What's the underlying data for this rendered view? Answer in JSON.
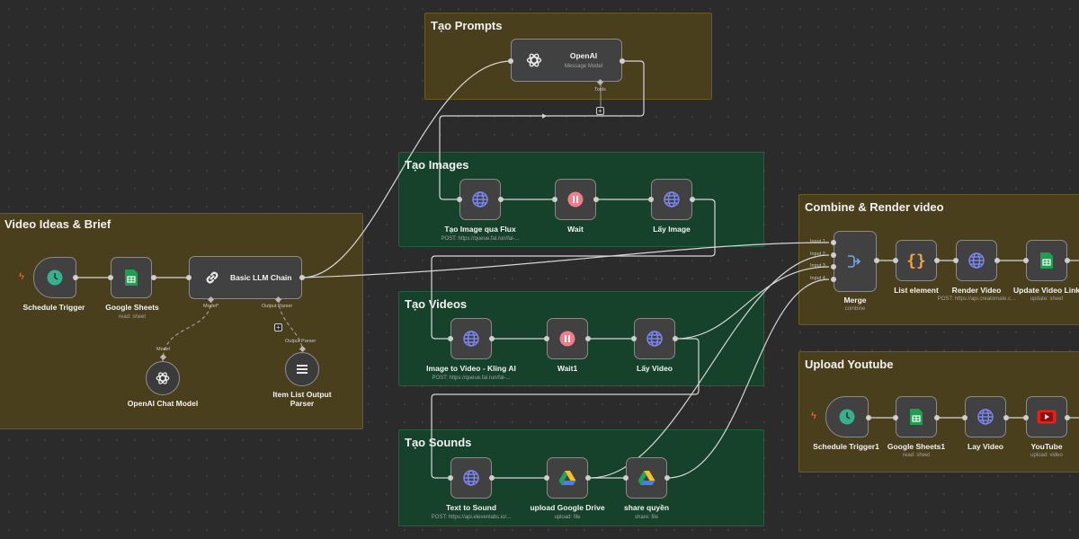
{
  "groups": {
    "prompts": "Tạo Prompts",
    "images": "Tạo Images",
    "brief": "Video Ideas & Brief",
    "videos": "Tạo Videos",
    "sounds": "Tạo Sounds",
    "combine": "Combine & Render video",
    "youtube": "Upload Youtube"
  },
  "nodes": {
    "openai": {
      "title": "OpenAI",
      "sub": "Message Model",
      "port": "Tools"
    },
    "flux": {
      "label": "Tạo Image qua Flux",
      "sub": "POST: https://queue.fal.run/fal-..."
    },
    "wait": {
      "label": "Wait"
    },
    "lay_image": {
      "label": "Lấy Image"
    },
    "schedule": {
      "label": "Schedule Trigger"
    },
    "gsheets": {
      "label": "Google Sheets",
      "sub": "read: sheet"
    },
    "llm": {
      "title": "Basic LLM Chain",
      "port_model": "Model*",
      "port_parser": "Output Parser"
    },
    "chat_model": {
      "label": "OpenAI Chat Model",
      "port": "Model"
    },
    "parser": {
      "label": "Item List Output Parser",
      "port": "Output Parser"
    },
    "kling": {
      "label": "Image to Video - Kling AI",
      "sub": "POST: https://queue.fal.run/fal-..."
    },
    "wait1": {
      "label": "Wait1"
    },
    "lay_video": {
      "label": "Lấy Video"
    },
    "tts": {
      "label": "Text to Sound",
      "sub": "POST: https://api.elevenlabs.io/..."
    },
    "gdrive": {
      "label": "upload Google Drive",
      "sub": "upload: file"
    },
    "share": {
      "label": "share quyền",
      "sub": "share: file"
    },
    "merge": {
      "label": "Merge",
      "sub": "combine",
      "inputs": [
        "Input 1",
        "Input 2",
        "Input 3",
        "Input 4"
      ]
    },
    "list_el": {
      "label": "List element"
    },
    "render": {
      "label": "Render Video",
      "sub": "POST: https://api.creatomate.c..."
    },
    "update": {
      "label": "Update Video Link",
      "sub": "update: sheet"
    },
    "schedule1": {
      "label": "Schedule Trigger1"
    },
    "gsheets1": {
      "label": "Google Sheets1",
      "sub": "read: sheet"
    },
    "lay_video_yt": {
      "label": "Lay Video"
    },
    "youtube": {
      "label": "YouTube",
      "sub": "upload: video"
    }
  },
  "colors": {
    "canvas": "#2b2b2b",
    "group_yellow": "#4a3f1c",
    "group_green": "#16422b",
    "node": "#414141",
    "edge": "#d6d6d6",
    "http_icon": "#7b86f0",
    "wait_icon": "#ef7d8a",
    "trigger_icon": "#39b08d",
    "sheets_icon": "#1f9d50",
    "code_icon": "#f4a23a",
    "youtube_icon": "#e62117"
  },
  "icons": [
    "openai-icon",
    "globe-icon",
    "pause-icon",
    "clock-icon",
    "sheets-icon",
    "link-icon",
    "list-icon",
    "drive-icon",
    "merge-icon",
    "braces-icon",
    "youtube-icon",
    "bolt-icon"
  ]
}
